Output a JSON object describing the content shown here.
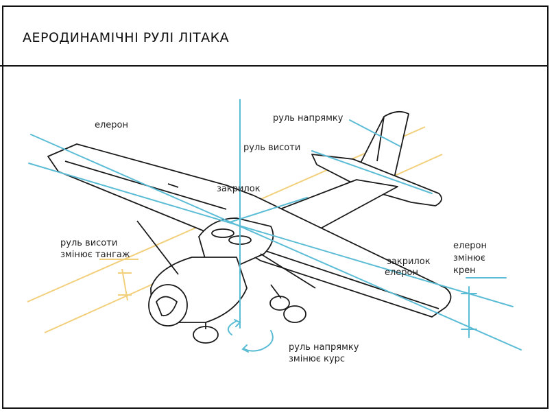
{
  "header": {
    "title": "АЕРОДИНАМІЧНІ РУЛІ ЛІТАКА"
  },
  "colors": {
    "axis_blue": "#5bbcd6",
    "axis_yellow": "#f2cf7a",
    "outline": "#1a1a1a"
  },
  "labels": {
    "aileron_top": "елерон",
    "rudder": "руль напрямку",
    "elevator": "руль висоти",
    "flap": "закрилок",
    "elevator_pitch_1": "руль висоти",
    "elevator_pitch_2": "змінює тангаж",
    "aileron_roll_1": "елерон",
    "aileron_roll_2": "змінює",
    "aileron_roll_3": "крен",
    "flap_right": "закрилок",
    "aileron_right": "елерон",
    "rudder_yaw_1": "руль напрямку",
    "rudder_yaw_2": "змінює курс"
  },
  "icons": {
    "yaw_arrow": "curved-arrow-icon"
  }
}
